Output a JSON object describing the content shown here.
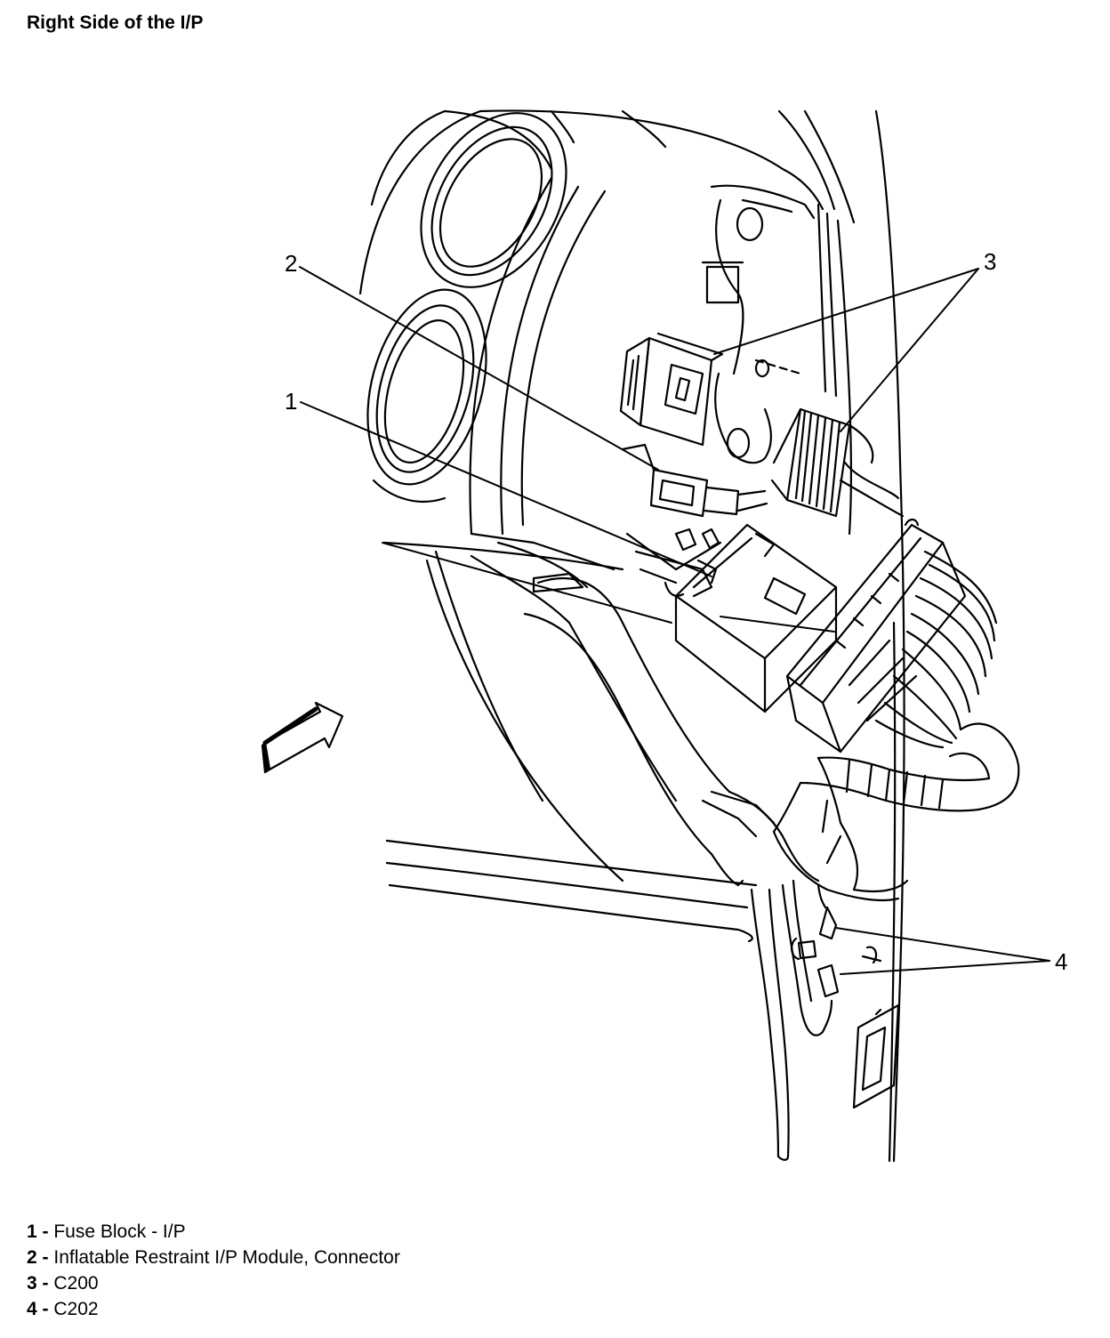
{
  "title": "Right Side of the I/P",
  "callouts": [
    {
      "num": "1",
      "label": "Fuse Block - I/P"
    },
    {
      "num": "2",
      "label": "Inflatable Restraint I/P Module, Connector"
    },
    {
      "num": "3",
      "label": "C200"
    },
    {
      "num": "4",
      "label": "C202"
    }
  ]
}
